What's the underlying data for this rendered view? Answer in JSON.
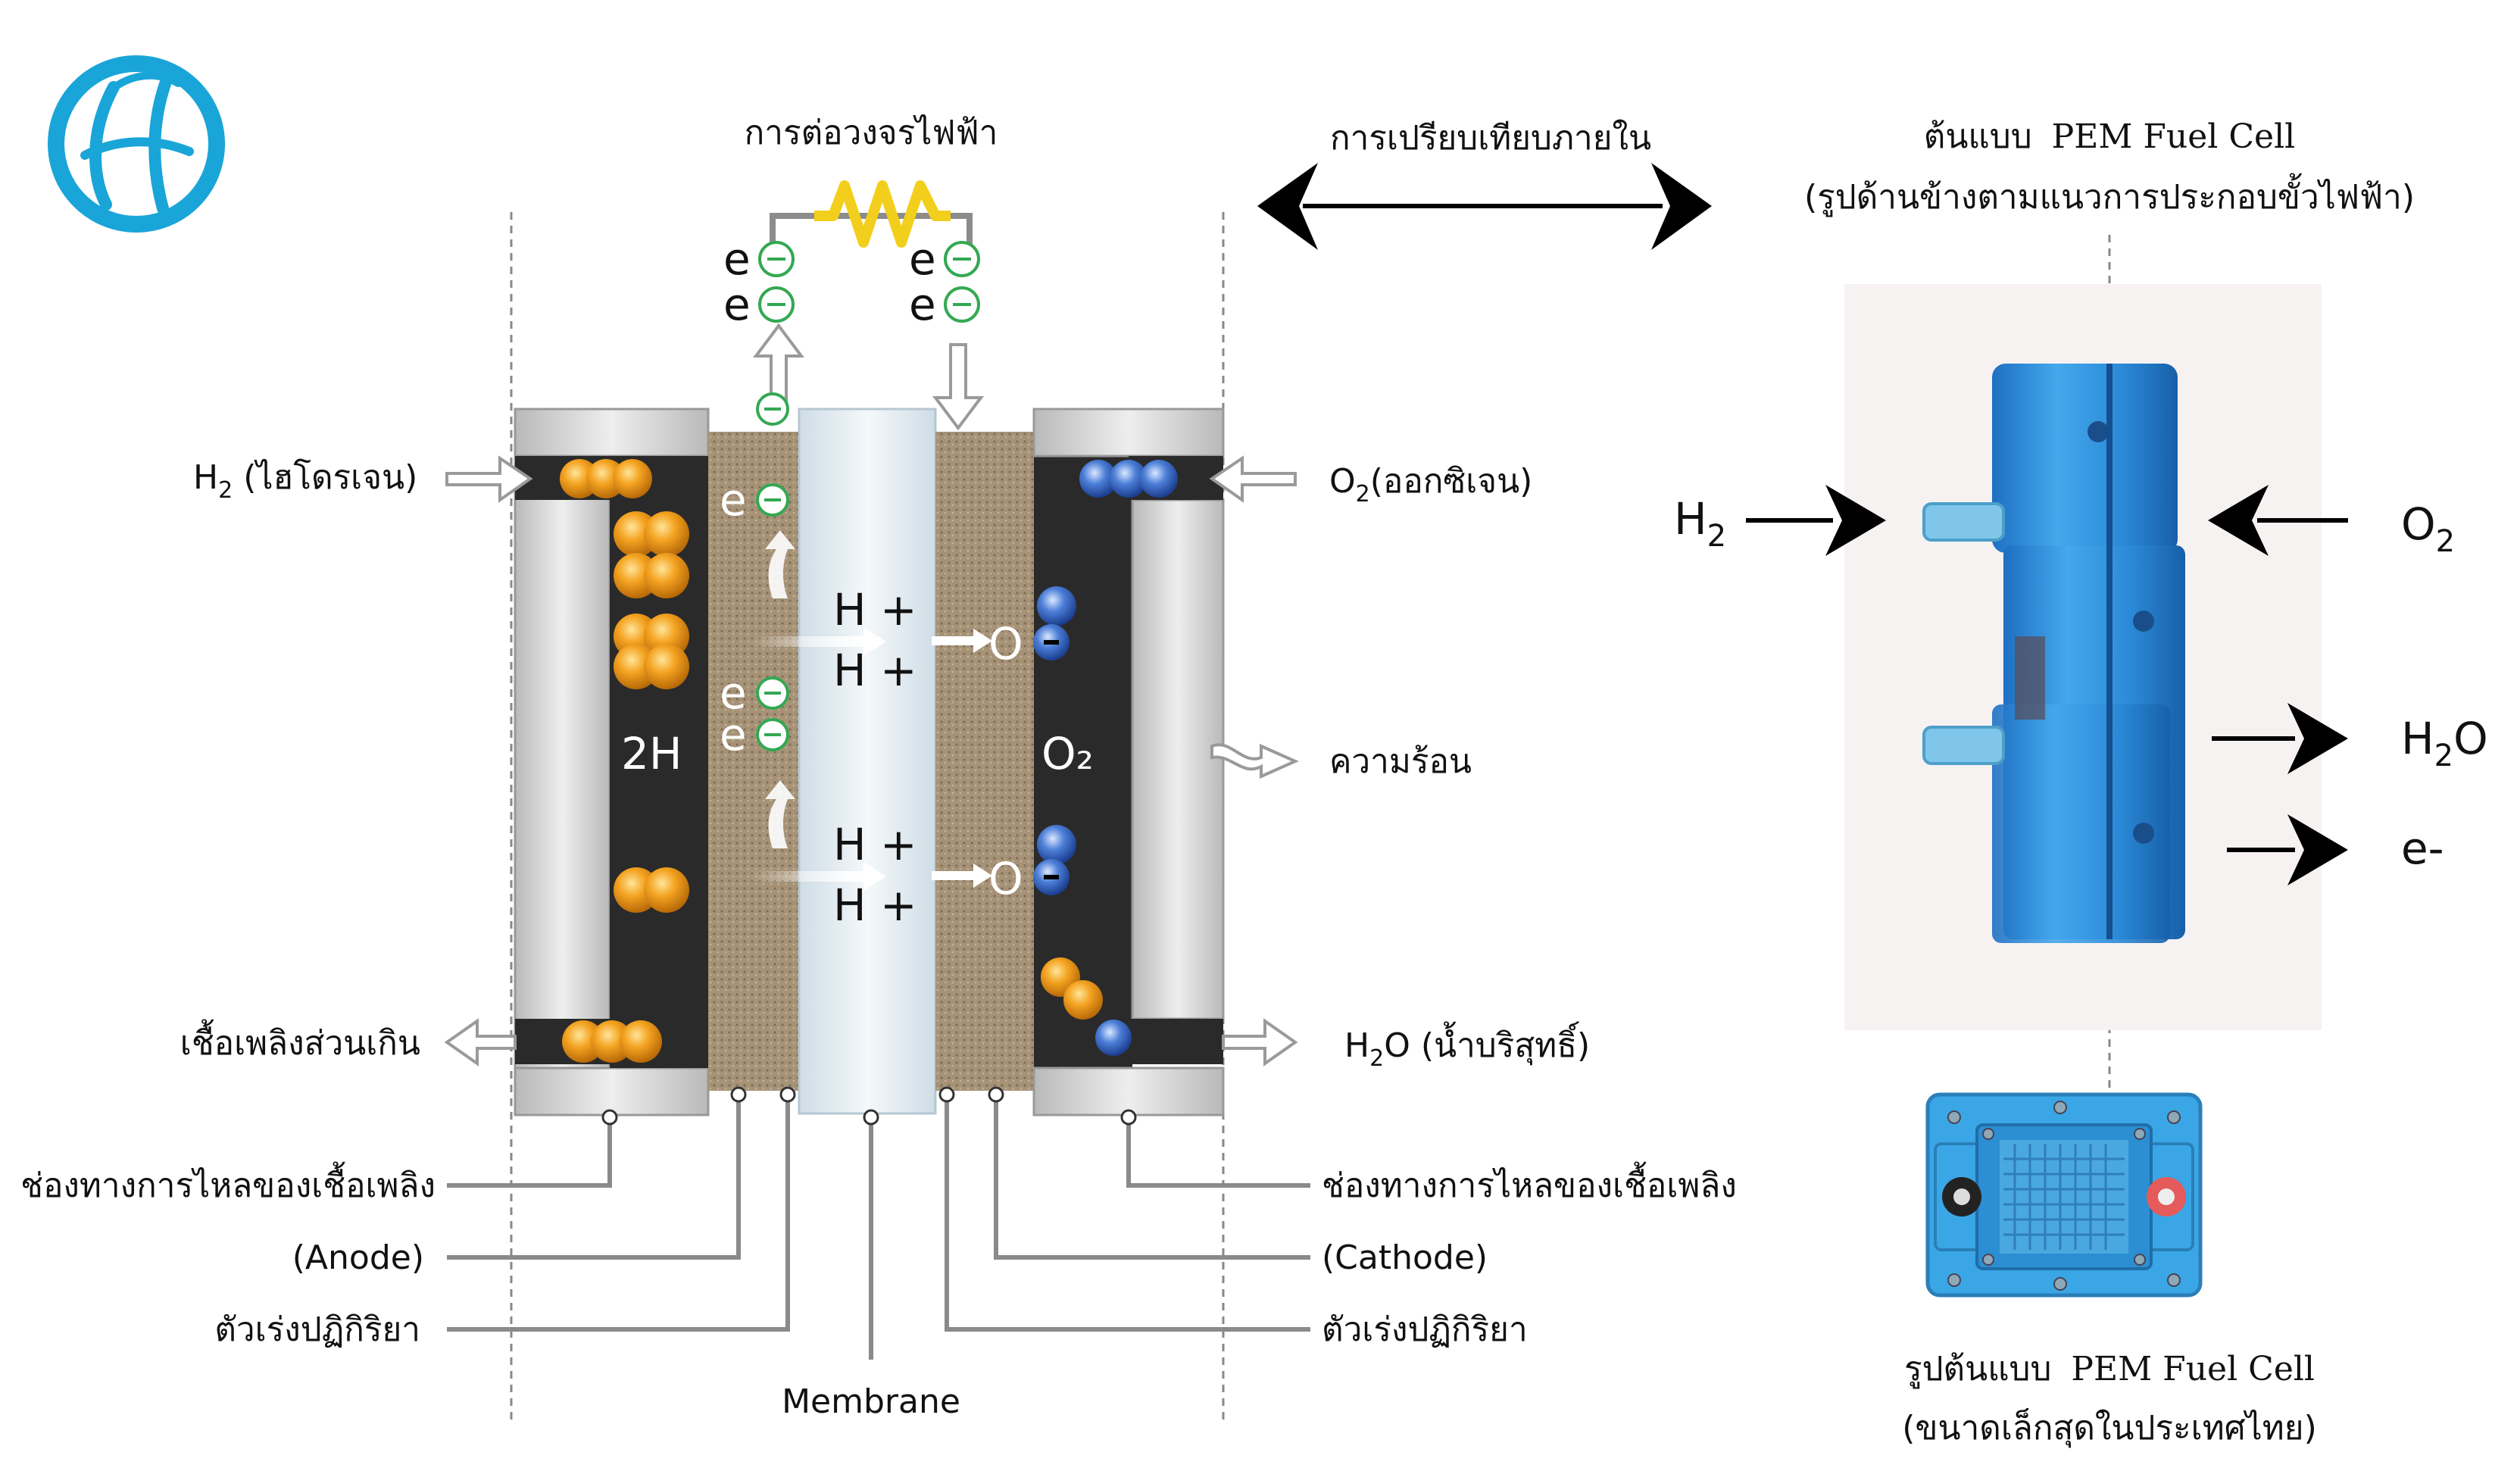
{
  "colors": {
    "logo": "#1aa5d8",
    "anode_particle": "#f4a321",
    "cathode_particle": "#2e5fbf",
    "channel_dark": "#2a2a2a",
    "diffusion_layer": "#a69377",
    "membrane": "#dfe9ef",
    "housing": "#c9c9c9",
    "resistor": "#f2cf1d",
    "electron_ring": "#34a853",
    "prototype_blue": "#2f8fd6"
  },
  "header": {
    "circuit_label": "การต่อวงจรไฟฟ้า",
    "compare_label": "การเปรียบเทียบภายใน",
    "prototype_title_prefix": "ต้นแบบ",
    "prototype_title_suffix": "PEM Fuel Cell",
    "prototype_subtitle": "(รูปด้านข้างตามแนวการประกอบขั้วไฟฟ้า)"
  },
  "cell": {
    "electron_letter": "e",
    "proton_label": "H +",
    "anode_gas": "2H",
    "cathode_gas": "O₂",
    "oxygen_ion_letter": "O"
  },
  "left_labels": {
    "h2_symbol": "H",
    "h2_sub": "2",
    "h2_name": "(ไฮโดรเจน)",
    "excess_fuel": "เชื้อเพลิงส่วนเกิน",
    "flow_channel": "ช่องทางการไหลของเชื้อเพลิง",
    "anode": "(Anode)",
    "catalyst": "ตัวเร่งปฏิกิริยา"
  },
  "right_labels": {
    "o2_symbol": "O",
    "o2_sub": "2",
    "o2_name": "(ออกซิเจน)",
    "heat": "ความร้อน",
    "h2o_symbol": "H",
    "h2o_sub": "2",
    "h2o_tail": "O",
    "h2o_name": "(น้ำบริสุทธิ์)",
    "flow_channel": "ช่องทางการไหลของเชื้อเพลิง",
    "cathode": "(Cathode)",
    "catalyst": "ตัวเร่งปฏิกิริยา"
  },
  "membrane_label": "Membrane",
  "prototype_side": {
    "h2_symbol": "H",
    "h2_sub": "2",
    "o2_symbol": "O",
    "o2_sub": "2",
    "h2o_symbol": "H",
    "h2o_sub": "2",
    "h2o_tail": "O",
    "electron": "e-"
  },
  "bottom_caption": {
    "line1_prefix": "รูปต้นแบบ",
    "line1_suffix": "PEM Fuel Cell",
    "line2": "(ขนาดเล็กสุดในประเทศไทย)"
  }
}
